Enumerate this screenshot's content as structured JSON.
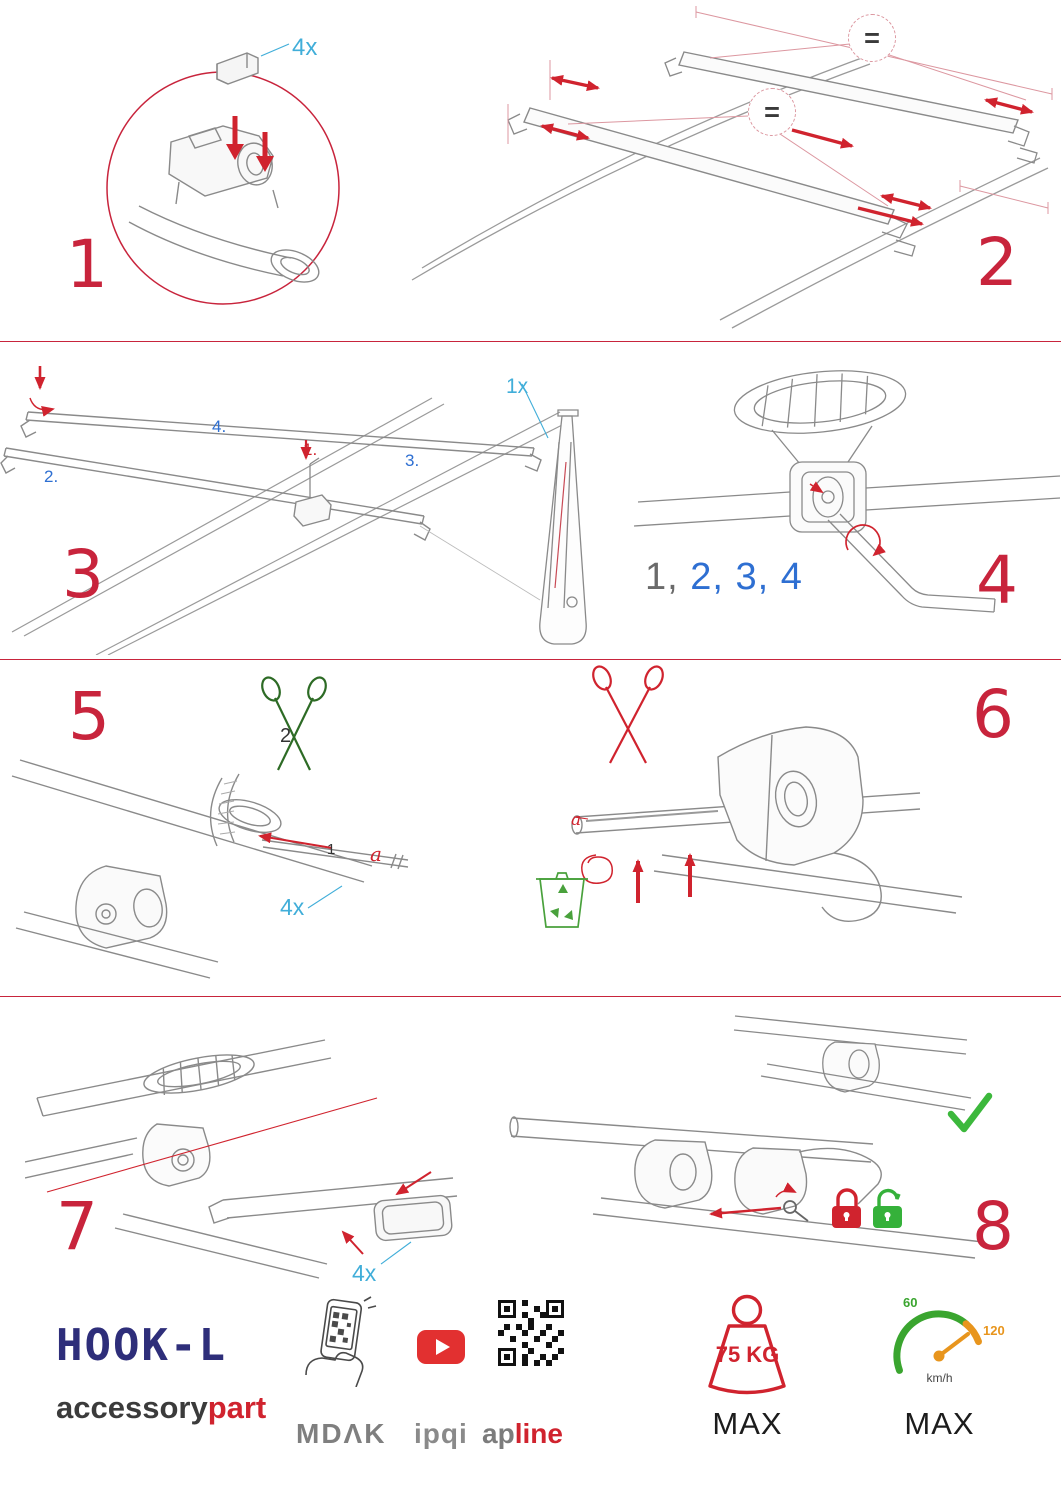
{
  "colors": {
    "accent_red": "#d0232e",
    "number_red": "#c8243c",
    "label_cyan": "#41aed9",
    "label_blue": "#2e6fd2",
    "check_green": "#3cb83c",
    "brand_navy": "#2e2e7a",
    "gauge_green": "#3aa52f",
    "gauge_orange": "#e8951d"
  },
  "steps": {
    "s1": "1",
    "s2": "2",
    "s3": "3",
    "s4": "4",
    "s5": "5",
    "s6": "6",
    "s7": "7",
    "s8": "8"
  },
  "labels": {
    "s1_qty": "4x",
    "s2_eq": "=",
    "s3_seq": {
      "n1": "1.",
      "n2": "2.",
      "n3": "3.",
      "n4": "4."
    },
    "s3_qty": "1x",
    "s4_seq_first": "1,",
    "s4_seq_rest": " 2, 3, 4",
    "s5_num2": "2",
    "s5_num1": "1",
    "s5_a": "a",
    "s5_qty": "4x",
    "s6_a": "a",
    "s7_qty": "4x"
  },
  "footer": {
    "product": "HOOK-L",
    "brand_prefix": "accessory",
    "brand_suffix": "part",
    "logo_mdak": "MDΛK",
    "logo_ipqi": "ipqi",
    "logo_ap": "ap",
    "logo_line": "line",
    "weight_value": "75 KG",
    "weight_max": "MAX",
    "speed_low": "60",
    "speed_high": "120",
    "speed_unit": "km/h",
    "speed_max": "MAX"
  }
}
